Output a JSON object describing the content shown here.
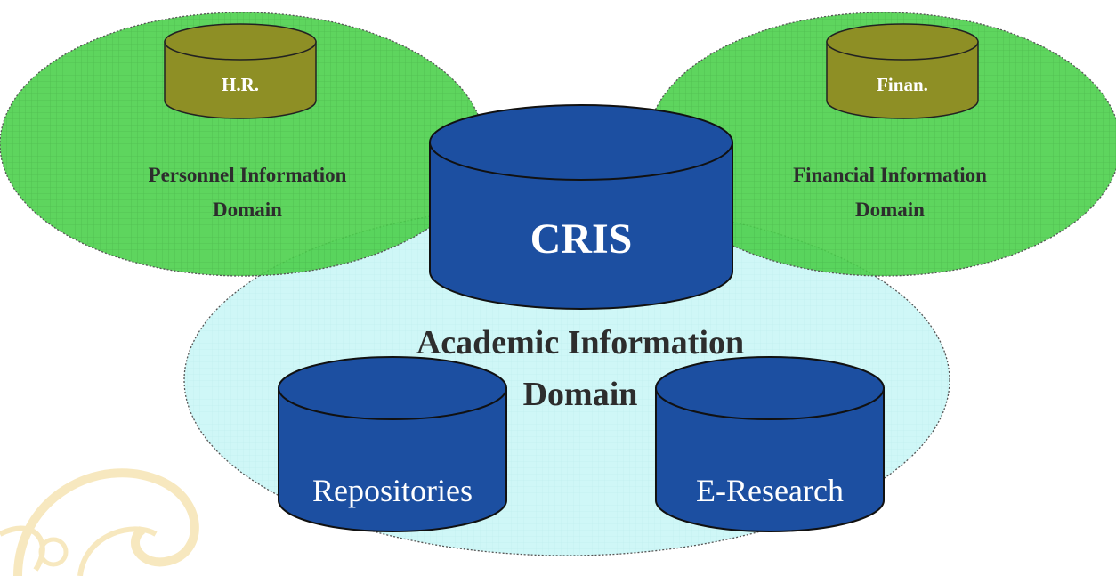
{
  "colors": {
    "green_domain_fill": "#4CD04C",
    "green_domain_grid": "#2E9E2E",
    "academic_domain_fill": "#CFF7F7",
    "cylinder_blue": "#1C4FA1",
    "cylinder_olive": "#8E8F25",
    "watermark": "#F2D78C",
    "domain_text": "#2D2D2D",
    "cylinder_text_light": "#FFFFFF"
  },
  "domains": {
    "personnel": {
      "line1": "Personnel Information",
      "line2": "Domain"
    },
    "financial": {
      "line1": "Financial Information",
      "line2": "Domain"
    },
    "academic": {
      "line1": "Academic Information",
      "line2": "Domain"
    }
  },
  "cylinders": {
    "hr": {
      "label": "H.R.",
      "icon": "database-icon"
    },
    "finance": {
      "label": "Finan.",
      "icon": "database-icon"
    },
    "cris": {
      "label": "CRIS",
      "icon": "database-icon"
    },
    "repositories": {
      "label": "Repositories",
      "icon": "database-icon"
    },
    "eresearch": {
      "label": "E-Research",
      "icon": "database-icon"
    }
  },
  "watermark": {
    "icon": "ornament-swirl-icon"
  }
}
